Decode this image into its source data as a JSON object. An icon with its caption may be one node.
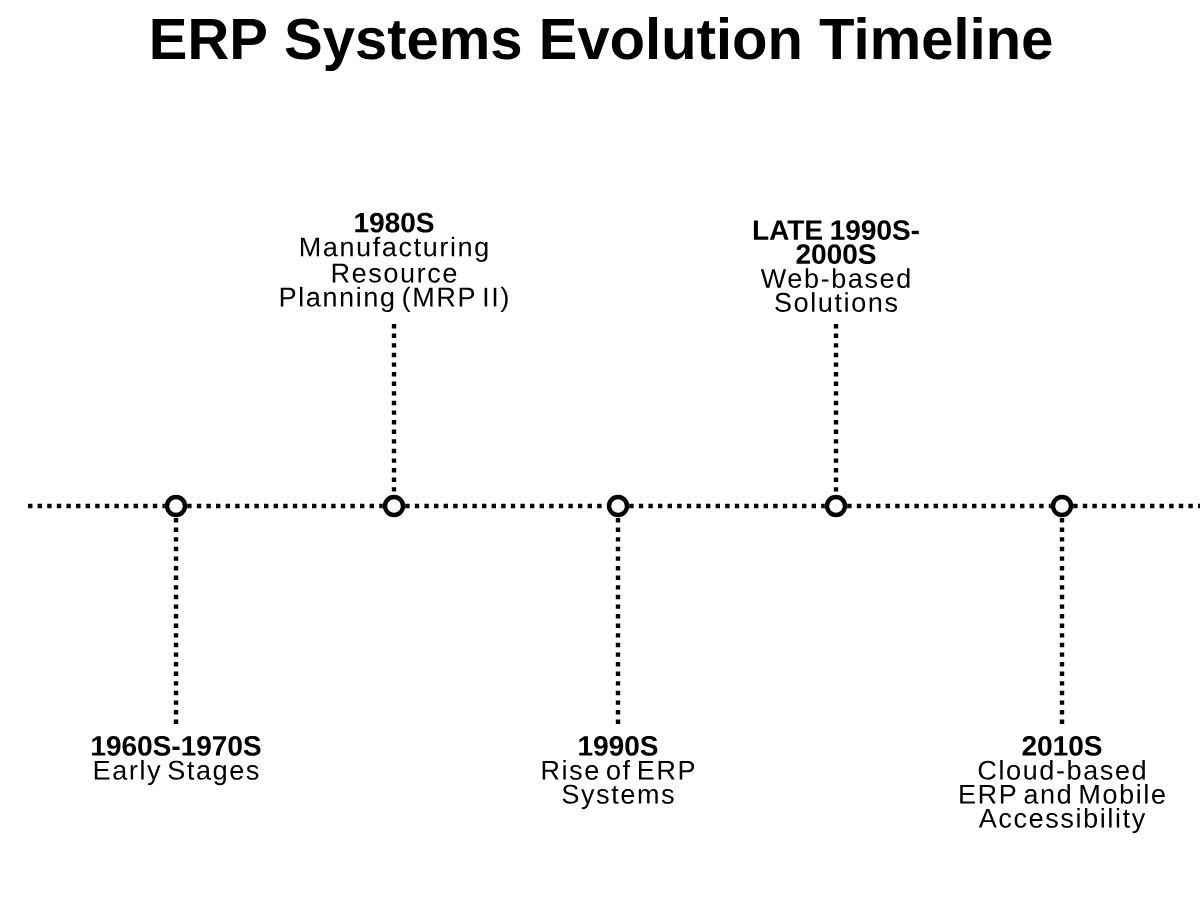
{
  "diagram": {
    "title": "ERP Systems Evolution Timeline",
    "nodes": [
      {
        "text": [],
        "shape": "circle"
      },
      {
        "text": [],
        "shape": "circle"
      },
      {
        "text": [],
        "shape": "circle"
      },
      {
        "text": [],
        "shape": "circle"
      },
      {
        "text": [],
        "shape": "circle"
      },
      {
        "text": [
          "1960S-1970S",
          "Early Stages"
        ]
      },
      {
        "text": [
          "1980S",
          "Manufacturing Resource Planning (MRP II)"
        ]
      },
      {
        "text": [
          "1990S",
          "Rise of ERP Systems"
        ]
      },
      {
        "text": [
          "LATE 1990S-2000S",
          "Web-based Solutions"
        ]
      },
      {
        "text": [
          "2010S",
          "Cloud-based ERP and Mobile Accessibility"
        ]
      }
    ],
    "edges": [
      {
        "from": 0,
        "to": 1,
        "arrow": "none"
      },
      {
        "from": 1,
        "to": 2,
        "arrow": "none"
      },
      {
        "from": 2,
        "to": 3,
        "arrow": "none"
      },
      {
        "from": 3,
        "to": 4,
        "arrow": "none"
      },
      {
        "from": 5,
        "to": 0,
        "arrow": "none"
      },
      {
        "from": 6,
        "to": 1,
        "arrow": "none"
      },
      {
        "from": 7,
        "to": 2,
        "arrow": "none"
      },
      {
        "from": 8,
        "to": 3,
        "arrow": "none"
      },
      {
        "from": 9,
        "to": 4,
        "arrow": "none"
      }
    ]
  }
}
